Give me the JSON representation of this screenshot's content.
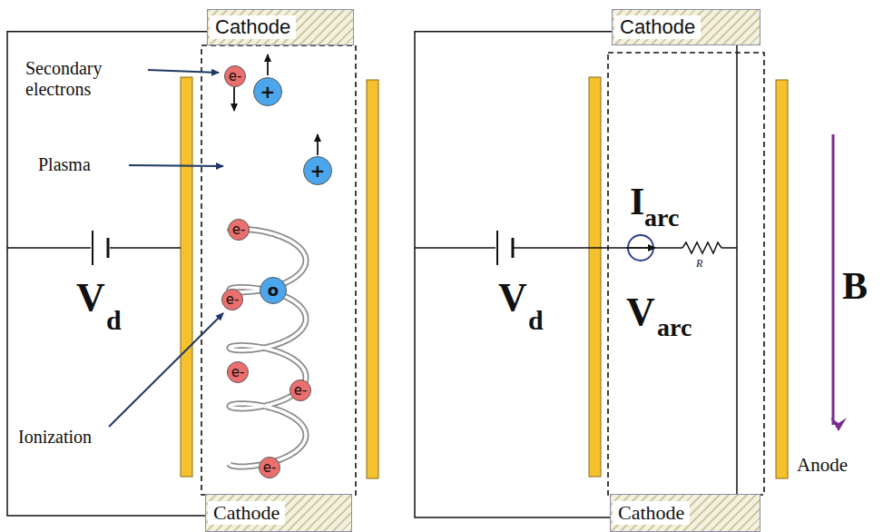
{
  "diagram": {
    "nodes": [
      {
        "text": [
          "Cathode"
        ]
      },
      {
        "text": [
          "e-"
        ]
      },
      {
        "text": [
          "+"
        ]
      },
      {
        "text": [
          "+"
        ]
      },
      {
        "text": [
          "e-"
        ]
      },
      {
        "text": [
          "o"
        ]
      },
      {
        "text": [
          "e-"
        ]
      },
      {
        "text": [
          "e-"
        ]
      },
      {
        "text": [
          "e-"
        ]
      },
      {
        "text": [
          "e-"
        ]
      },
      {
        "text": [
          "Cathode"
        ]
      },
      {
        "text": [
          "Cathode"
        ]
      },
      {
        "text": [
          "Cathode"
        ]
      }
    ],
    "edges": [
      {
        "from": 0,
        "to": 10,
        "arrow": "none"
      },
      {
        "from": 11,
        "to": 12,
        "arrow": "none"
      },
      {
        "from": 11,
        "to": 12,
        "arrow": "none"
      }
    ],
    "labels": [
      "Secondary electrons",
      "Plasma",
      "Ionization",
      "V",
      "d",
      "V",
      "d",
      "I",
      "arc",
      "V",
      "arc",
      "R",
      "B",
      "Anode"
    ]
  }
}
